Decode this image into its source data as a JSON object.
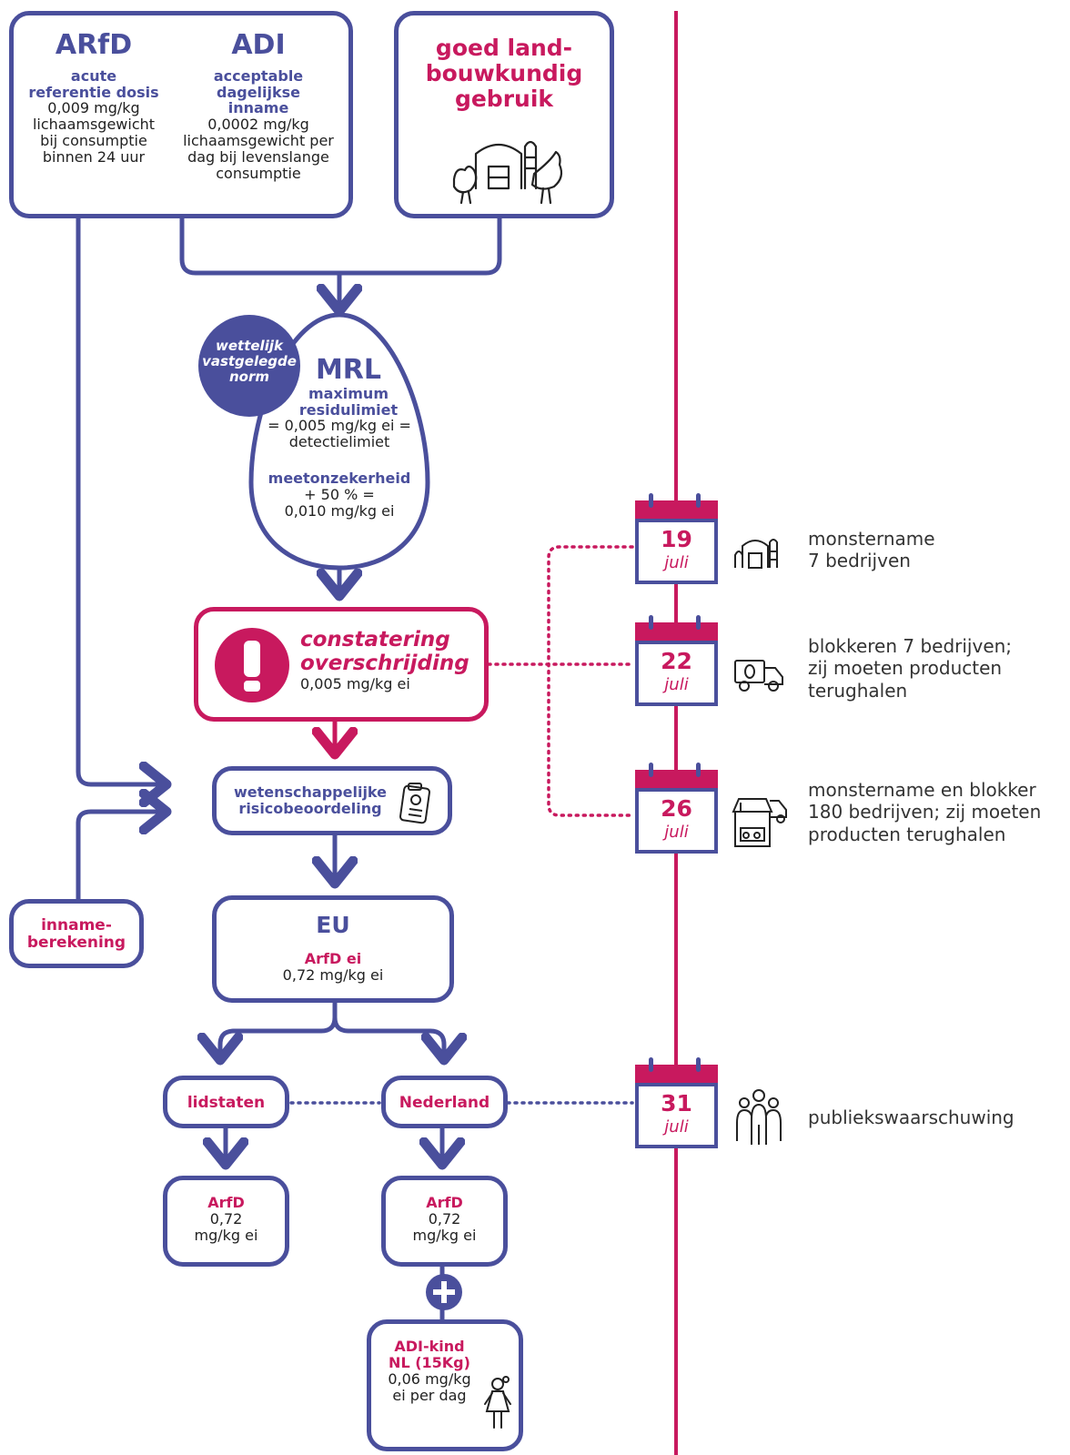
{
  "colors": {
    "blue": "#4a4f9c",
    "pink": "#c8195e",
    "text": "#333333"
  },
  "box_limits": {
    "arfd": {
      "title": "ARfD",
      "subtitle": "acute\nreferentie dosis",
      "text": "0,009 mg/kg\nlichaamsgewicht\nbij consumptie\nbinnen 24 uur"
    },
    "adi": {
      "title": "ADI",
      "subtitle": "acceptable\ndagelijkse\ninname",
      "text": "0,0002 mg/kg\nlichaamsgewicht per\ndag bij levenslange\nconsumptie"
    }
  },
  "box_gap": {
    "title": "goed land-\nbouwkundig\ngebruik",
    "icon": "farm-animals-icon"
  },
  "badge": {
    "text": "wettelijk\nvastgelegde\nnorm"
  },
  "mrl": {
    "title": "MRL",
    "subtitle": "maximum\nresidulimiet",
    "text1": "= 0,005 mg/kg ei =\ndetectielimiet",
    "subtitle2": "meetonzekerheid",
    "text2": "+ 50 % =\n0,010 mg/kg ei"
  },
  "exceed": {
    "title": "constatering\noverschrijding",
    "value": "0,005 mg/kg ei",
    "icon": "exclamation-icon"
  },
  "risk": {
    "label": "wetenschappelijke\nrisicobeoordeling",
    "icon": "clipboard-icon"
  },
  "intake": {
    "label": "inname-\nberekening"
  },
  "eu": {
    "title": "EU",
    "subtitle": "ArfD ei",
    "value": "0,72 mg/kg ei"
  },
  "lidstaten": {
    "label": "lidstaten"
  },
  "nederland": {
    "label": "Nederland"
  },
  "arfd_lid": {
    "title": "ArfD",
    "value": "0,72\nmg/kg ei"
  },
  "arfd_nl": {
    "title": "ArfD",
    "value": "0,72\nmg/kg ei"
  },
  "adi_kind": {
    "title": "ADI-kind\nNL (15Kg)",
    "value": "0,06 mg/kg\nei per dag",
    "icon": "child-icon"
  },
  "timeline": [
    {
      "day": "19",
      "month": "juli",
      "icon": "farm-icon",
      "text": "monstername\n7 bedrijven"
    },
    {
      "day": "22",
      "month": "juli",
      "icon": "truck-icon",
      "text": "blokkeren 7 bedrijven;\nzij moeten producten\nterughalen"
    },
    {
      "day": "26",
      "month": "juli",
      "icon": "shop-truck-icon",
      "text": "monstername en blokker\n180 bedrijven; zij moeten\nproducten terughalen"
    },
    {
      "day": "31",
      "month": "juli",
      "icon": "people-icon",
      "text": "publiekswaarschuwing"
    }
  ]
}
